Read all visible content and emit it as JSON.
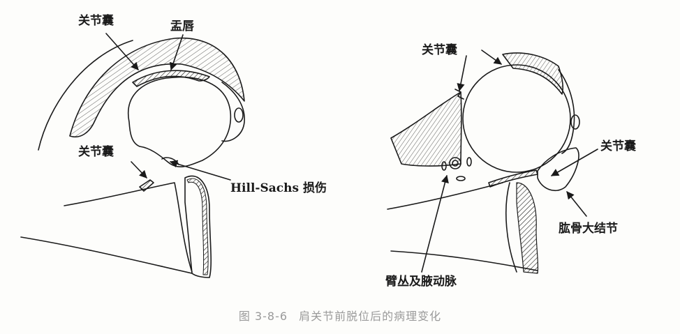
{
  "labels": {
    "left_capsule_top": "关节囊",
    "labrum": "盂唇",
    "left_capsule_lower": "关节囊",
    "hill_sachs": "Hill-Sachs 损伤",
    "right_capsule_top": "关节囊",
    "right_capsule_lower": "关节囊",
    "greater_tuberosity": "肱骨大结节",
    "brachial_plexus": "臂丛及腋动脉"
  },
  "caption": {
    "number": "图 3-8-6",
    "text": "肩关节前脱位后的病理变化"
  },
  "colors": {
    "ink": "#1a1a1a",
    "caption": "#9a9a9a",
    "background": "#fdfdfb"
  }
}
